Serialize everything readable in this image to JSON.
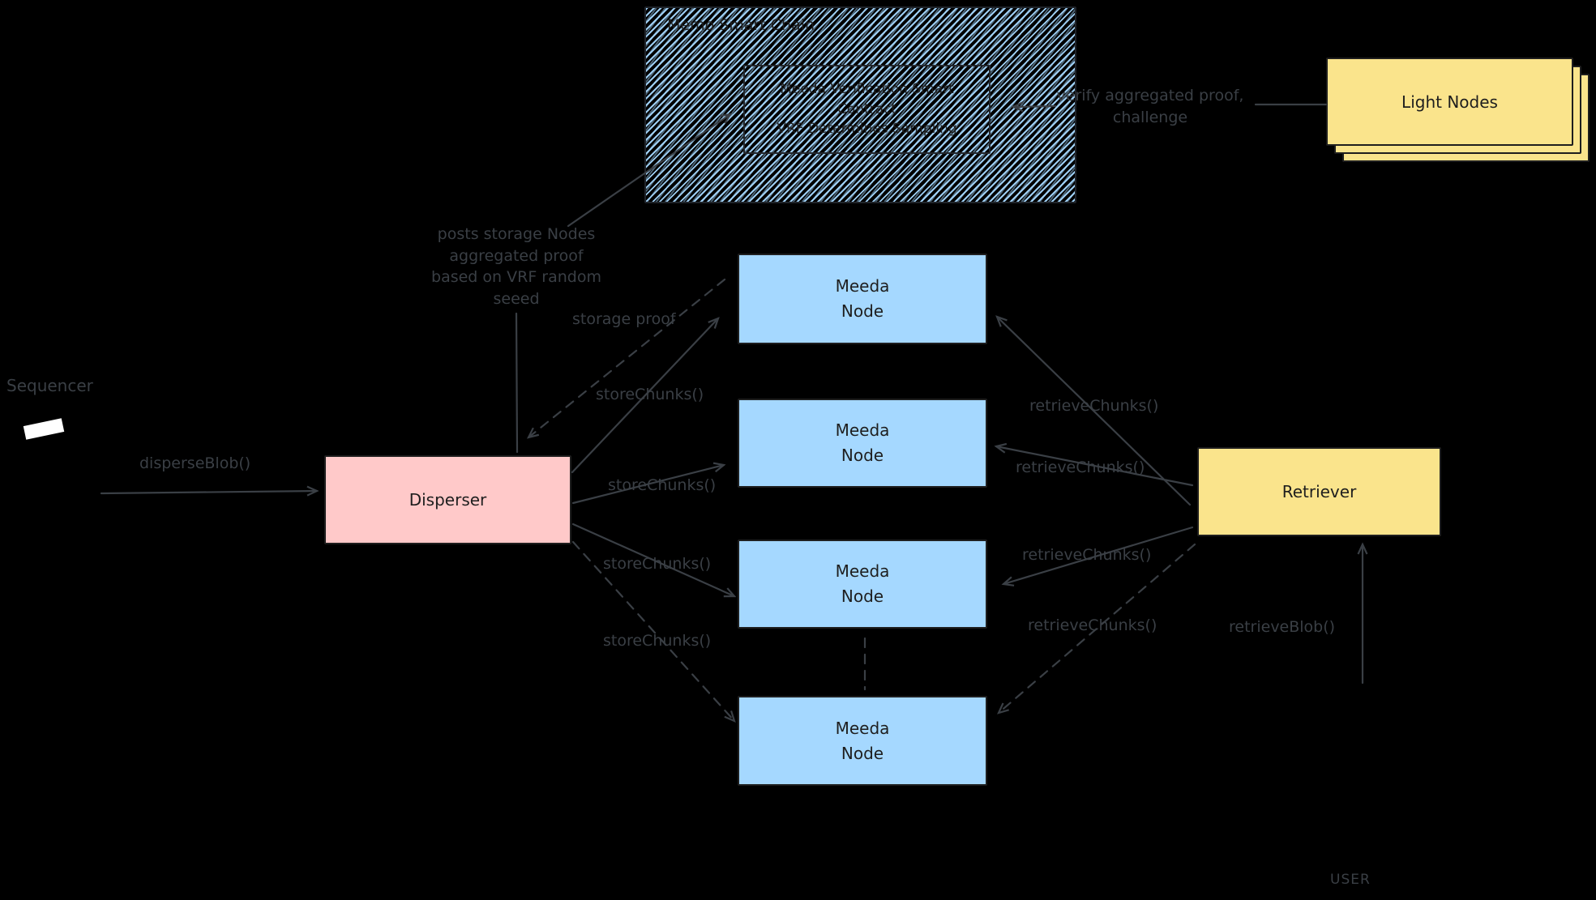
{
  "chain": {
    "title": "Memo Smart Chain",
    "contract_lines": [
      "Meeda Verification Smart",
      "Contract",
      "VRF Determines Sampling"
    ]
  },
  "light_nodes": {
    "label": "Light Nodes"
  },
  "sequencer": {
    "label": "Sequencer"
  },
  "disperser": {
    "label": "Disperser"
  },
  "retriever": {
    "label": "Retriever"
  },
  "meeda_node": {
    "line1": "Meeda",
    "line2": "Node"
  },
  "user": {
    "label": "USER"
  },
  "edge_labels": {
    "disperse_blob": "disperseBlob()",
    "store_chunks": "storeChunks()",
    "retrieve_chunks": "retrieveChunks()",
    "retrieve_blob": "retrieveBlob()",
    "storage_proof": "storage proof",
    "verify_lines": [
      "verify aggregated proof,",
      "challenge"
    ],
    "posts_proof_lines": [
      "posts storage Nodes",
      "aggregated proof",
      "based on VRF random",
      "seeed"
    ]
  },
  "colors": {
    "canvas": "#000000",
    "node_blue": "#a5d8ff",
    "disperser_pink": "#ffc9c9",
    "card_yellow": "#fae48c",
    "shape_stroke": "#1e1e1e",
    "label_gray": "#3a3f45",
    "sequencer_white": "#ffffff"
  }
}
